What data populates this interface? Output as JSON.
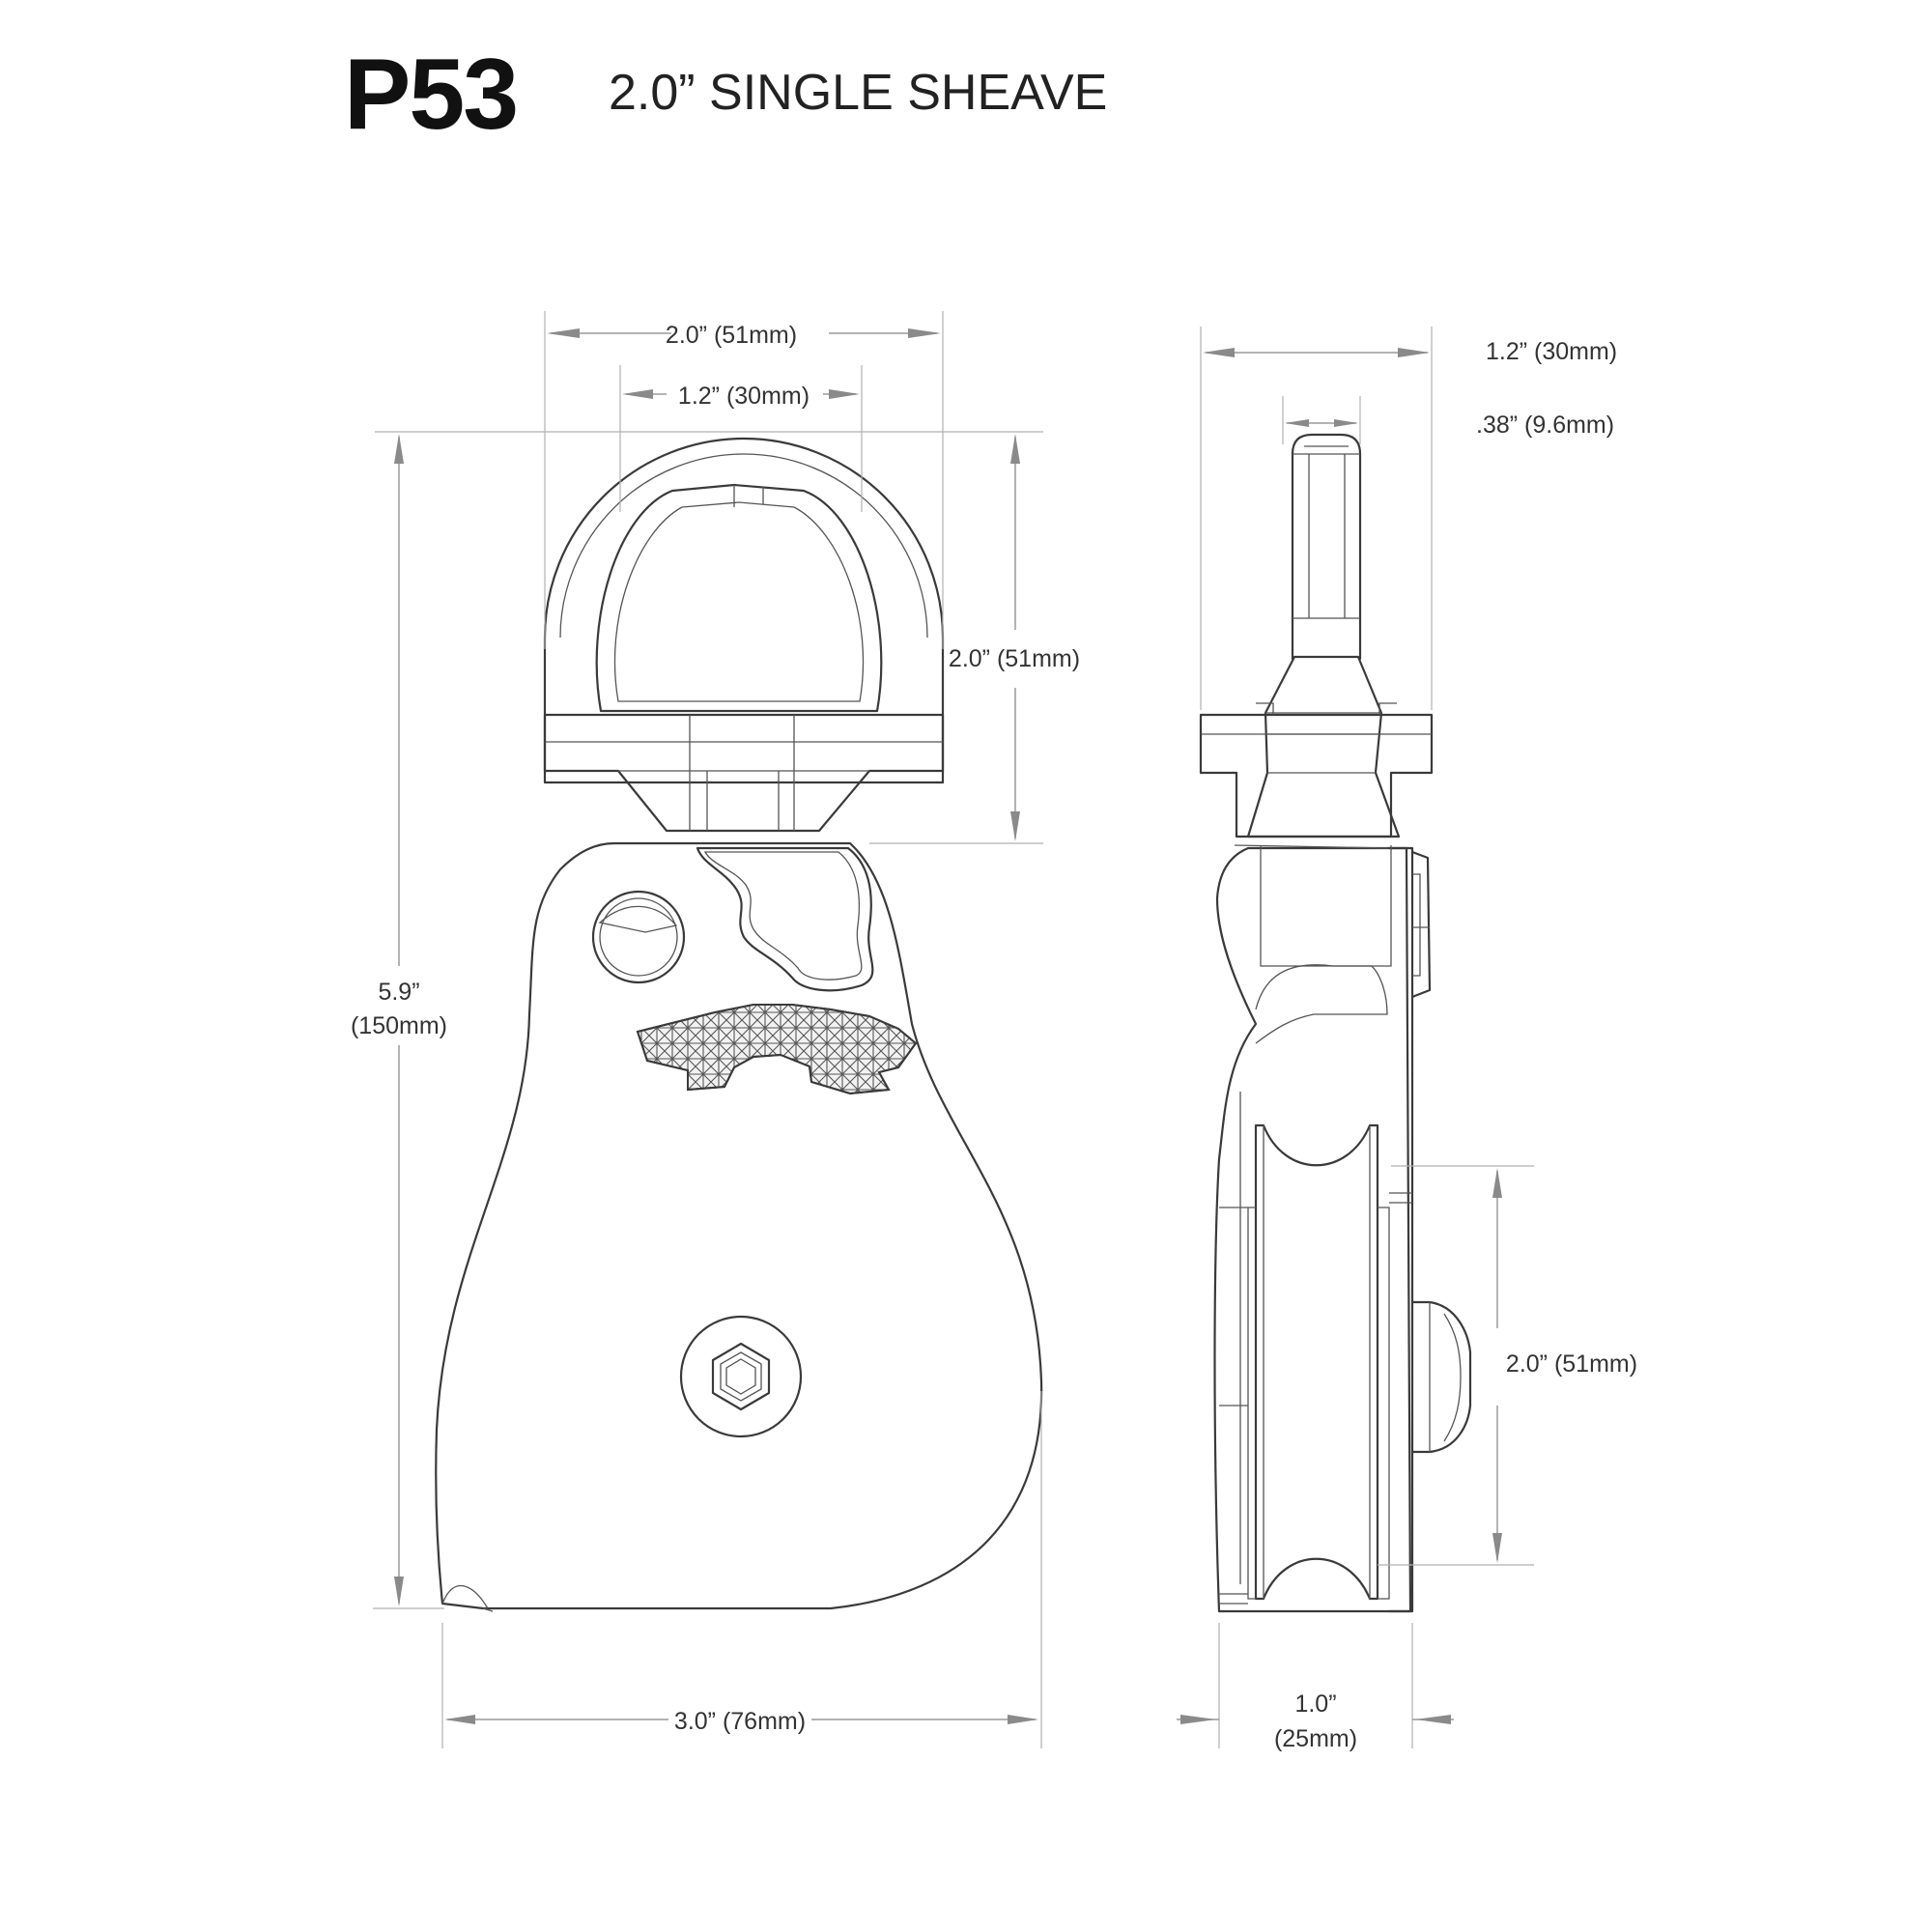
{
  "header": {
    "model": "P53",
    "description": "2.0” SINGLE SHEAVE"
  },
  "front_view": {
    "swivel_outer_width": "2.0” (51mm)",
    "swivel_inner_width": "1.2” (30mm)",
    "swivel_height": "2.0” (51mm)",
    "overall_height_in": "5.9”",
    "overall_height_mm": "(150mm)",
    "body_width": "3.0” (76mm)"
  },
  "side_view": {
    "swivel_width": "1.2” (30mm)",
    "eye_thickness": ".38” (9.6mm)",
    "sheave_diameter": "2.0” (51mm)",
    "body_thickness_in": "1.0”",
    "body_thickness_mm": "(25mm)"
  },
  "colors": {
    "line": "#3a3a3a",
    "dimension": "#9a9a9a",
    "text": "#333333",
    "background": "#ffffff"
  }
}
